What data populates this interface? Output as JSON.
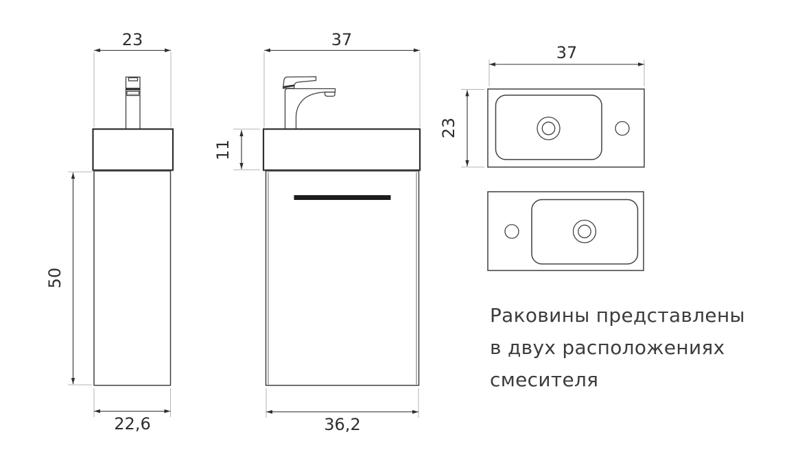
{
  "drawing_note": {
    "line1": "Раковины представлены",
    "line2": "в двух расположениях",
    "line3": "смесителя"
  },
  "side_view": {
    "top_width": "23",
    "height": "50",
    "bottom_width": "22,6"
  },
  "front_view": {
    "top_width": "37",
    "basin_height": "11",
    "bottom_width": "36,2"
  },
  "top_view": {
    "width": "37",
    "depth": "23"
  },
  "colors": {
    "background": "#ffffff",
    "outline": "#3f3f3f",
    "basin_outline": "#2e2e2e",
    "dimension": "#2f2f2f",
    "extension": "#b3b3b3",
    "handle": "#1d1d1d",
    "text": "#3c3c3c"
  }
}
